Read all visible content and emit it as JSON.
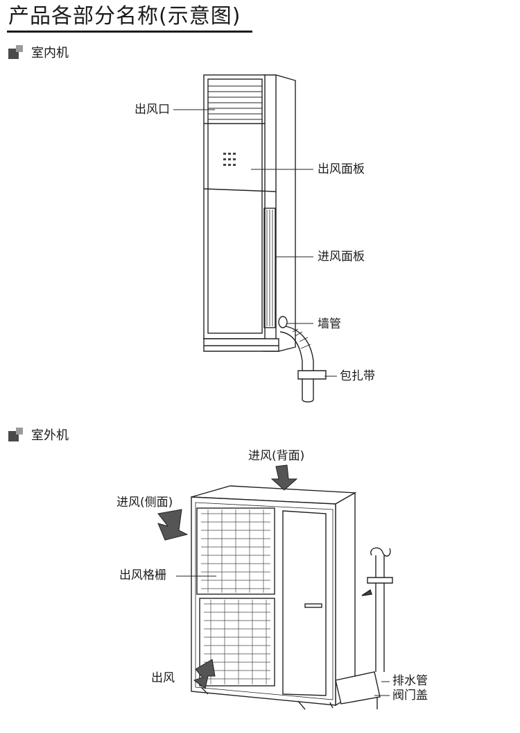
{
  "page": {
    "title": "产品各部分名称(示意图)"
  },
  "sections": {
    "indoor": {
      "label": "室内机",
      "icon": "section-square-icon"
    },
    "outdoor": {
      "label": "室外机",
      "icon": "section-square-icon"
    }
  },
  "indoor_callouts": {
    "air_outlet": "出风口",
    "outlet_panel": "出风面板",
    "inlet_panel": "进风面板",
    "wall_pipe": "墙管",
    "binding_strap": "包扎带"
  },
  "outdoor_callouts": {
    "air_in_back": "进风(背面)",
    "air_in_side": "进风(侧面)",
    "outlet_grille": "出风格栅",
    "air_out": "出风",
    "drain_pipe": "排水管",
    "valve_cover": "阀门盖"
  }
}
